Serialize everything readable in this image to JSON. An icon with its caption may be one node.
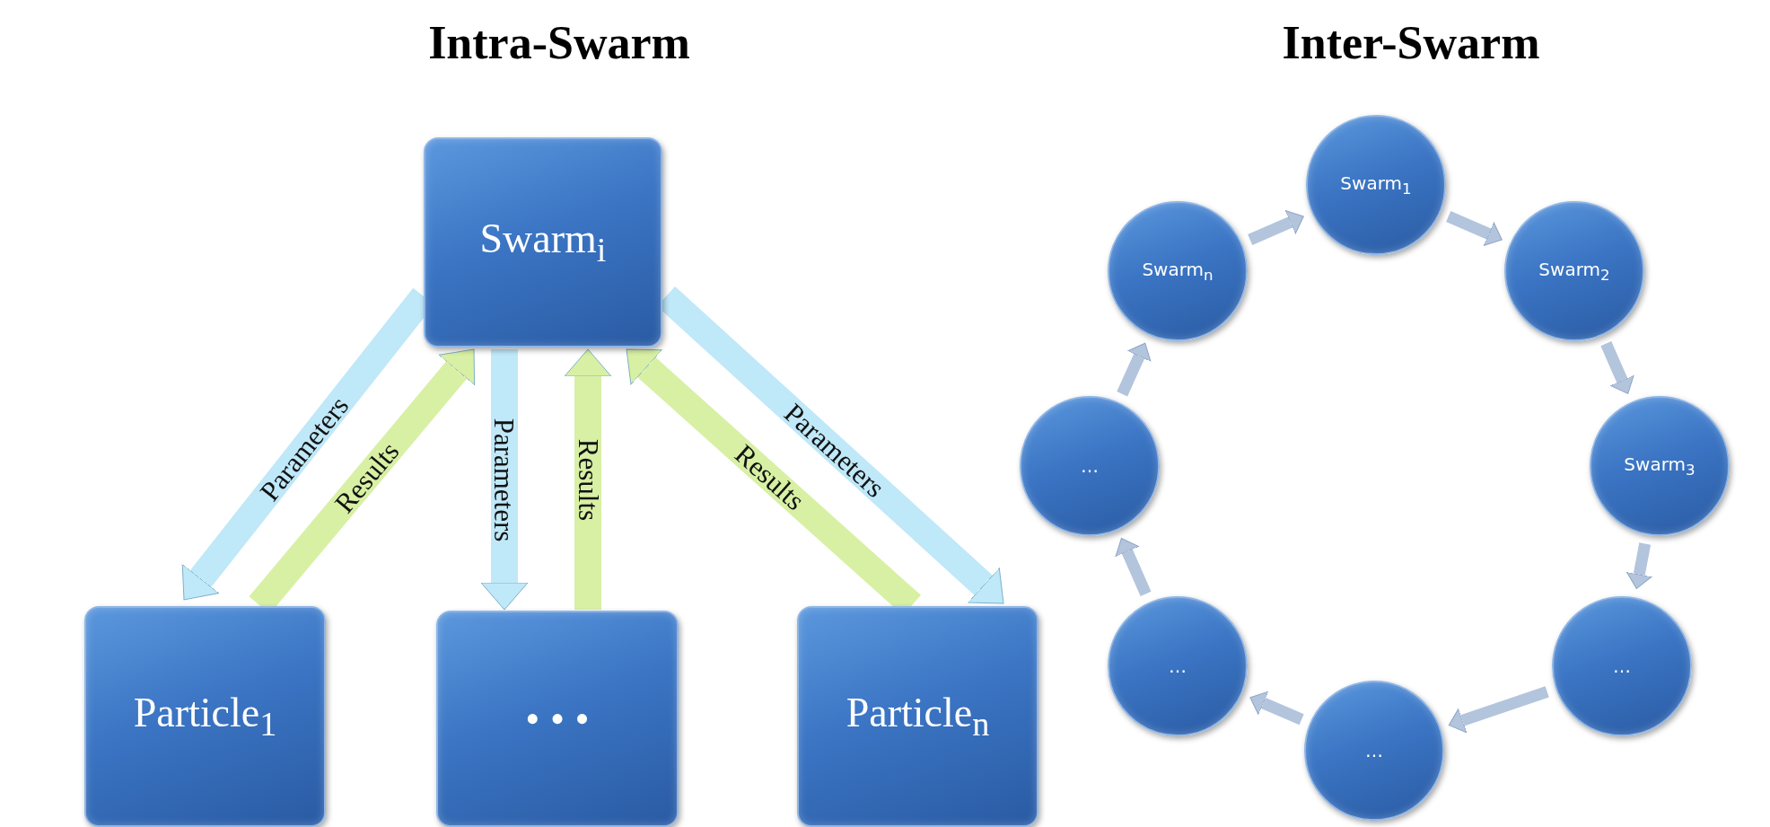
{
  "diagram": {
    "nodes": [
      {
        "text": [
          "Swarm$_{i}$"
        ]
      },
      {
        "text": [
          "Particle$_{1}$"
        ]
      },
      {
        "text": [
          "• • •"
        ]
      },
      {
        "text": [
          "Particle$_{n}$"
        ]
      },
      {
        "text": [
          "Swarm$_{1}$"
        ]
      },
      {
        "text": [
          "Swarm$_{2}$"
        ]
      },
      {
        "text": [
          "Swarm$_{3}$"
        ]
      },
      {
        "text": [
          "…"
        ]
      },
      {
        "text": [
          "…"
        ]
      },
      {
        "text": [
          "…"
        ]
      },
      {
        "text": [
          "…"
        ]
      },
      {
        "text": [
          "Swarm$_{n}$"
        ]
      }
    ],
    "edges": [
      {
        "from": 0,
        "to": 1,
        "arrow": "to",
        "label": "Parameters",
        "style": "thick",
        "color": "#bfe8f8"
      },
      {
        "from": 1,
        "to": 0,
        "arrow": "to",
        "label": "Results",
        "style": "thick",
        "color": "#d8f0a4"
      },
      {
        "from": 0,
        "to": 2,
        "arrow": "to",
        "label": "Parameters",
        "style": "thick",
        "color": "#bfe8f8"
      },
      {
        "from": 2,
        "to": 0,
        "arrow": "to",
        "label": "Results",
        "style": "thick",
        "color": "#d8f0a4"
      },
      {
        "from": 0,
        "to": 3,
        "arrow": "to",
        "label": "Parameters",
        "style": "thick",
        "color": "#bfe8f8"
      },
      {
        "from": 3,
        "to": 0,
        "arrow": "to",
        "label": "Results",
        "style": "thick",
        "color": "#d8f0a4"
      },
      {
        "from": 4,
        "to": 5,
        "arrow": "to"
      },
      {
        "from": 5,
        "to": 6,
        "arrow": "to"
      },
      {
        "from": 6,
        "to": 7,
        "arrow": "to"
      },
      {
        "from": 7,
        "to": 8,
        "arrow": "to"
      },
      {
        "from": 8,
        "to": 9,
        "arrow": "to"
      },
      {
        "from": 9,
        "to": 10,
        "arrow": "to"
      },
      {
        "from": 10,
        "to": 11,
        "arrow": "to"
      },
      {
        "from": 11,
        "to": 4,
        "arrow": "to"
      }
    ],
    "labels": [
      "Intra-Swarm",
      "Inter-Swarm"
    ]
  }
}
